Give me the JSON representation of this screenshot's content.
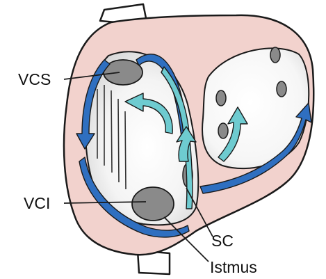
{
  "labels": {
    "vcs": "VCS",
    "vci": "VCI",
    "sc": "SC",
    "istmus": "Istmus"
  },
  "colors": {
    "tissue": "#f2d2cd",
    "outline": "#1a1a1a",
    "blue_arrow": "#2f6fc0",
    "teal_arrow": "#6ecbd0",
    "ostium": "#8a8a8a",
    "chamber": "#ffffff"
  }
}
